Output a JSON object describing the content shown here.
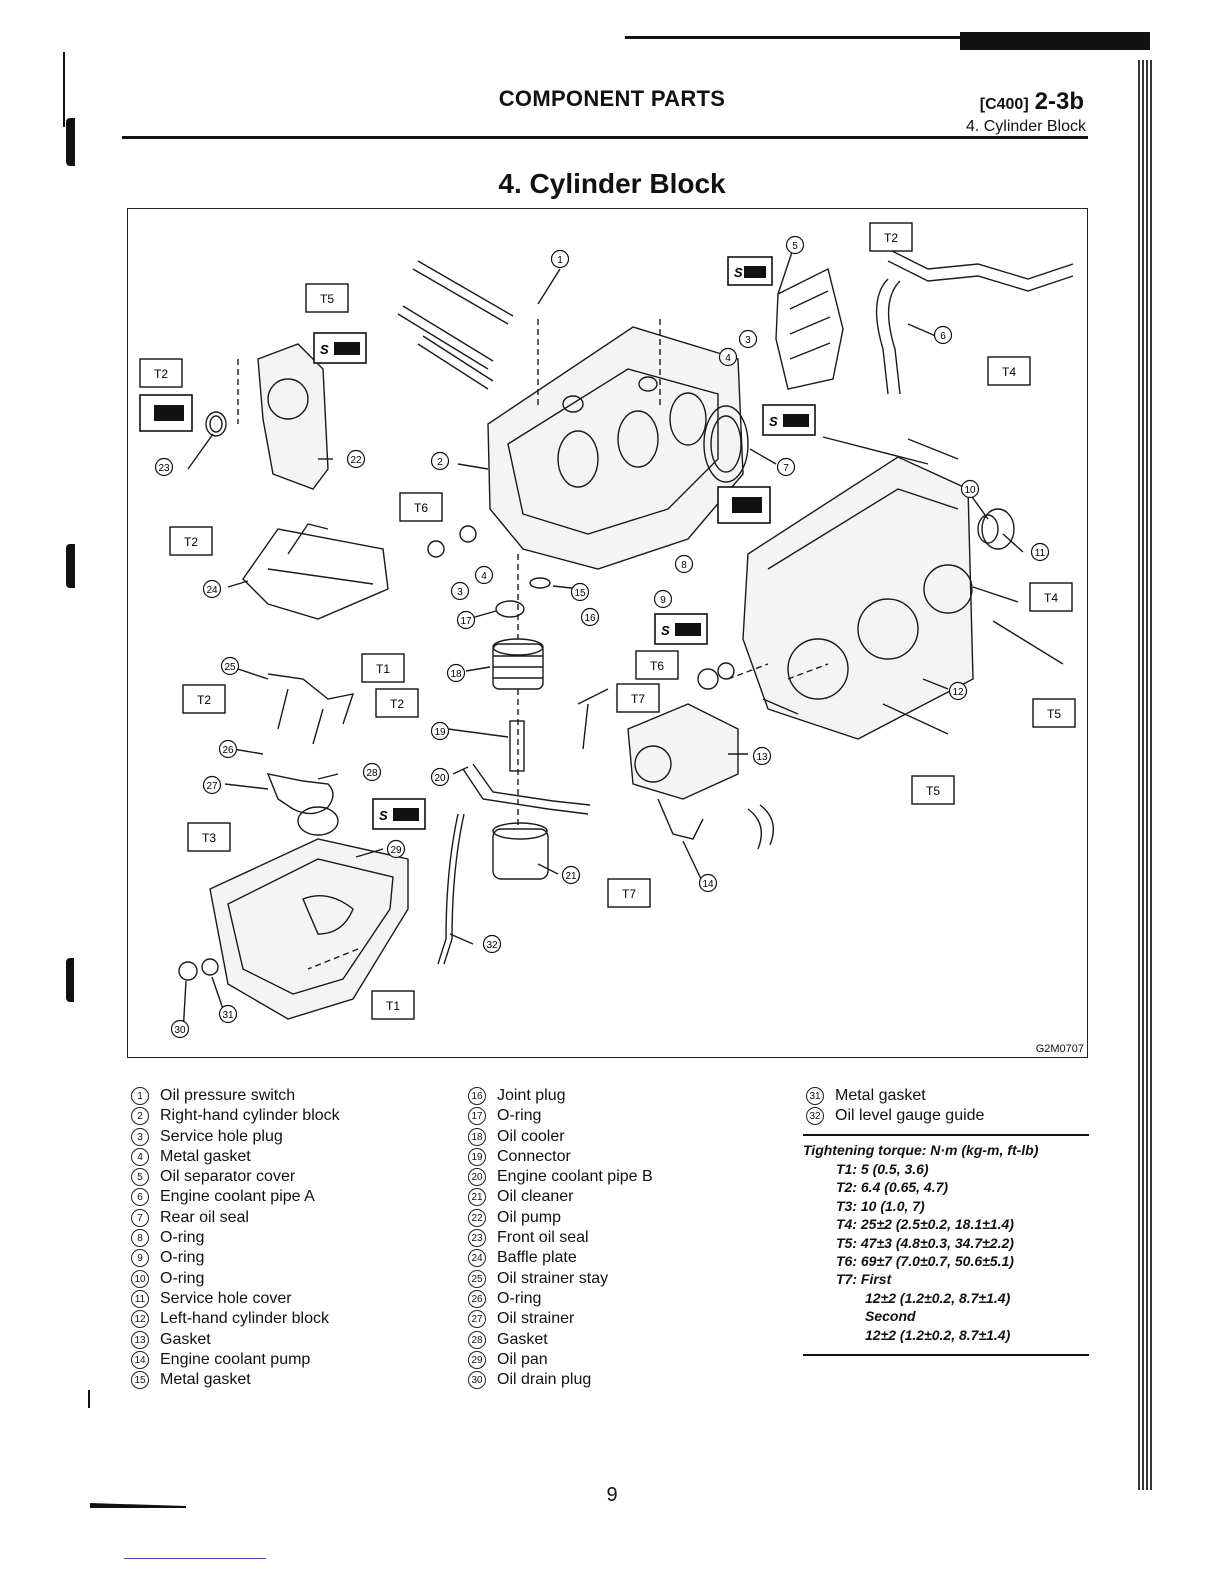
{
  "header": {
    "section_title": "COMPONENT PARTS",
    "code": "[C400]",
    "page_code": "2-3b",
    "subsection": "4. Cylinder Block"
  },
  "page_title": "4. Cylinder Block",
  "figure": {
    "id": "G2M0707",
    "torque_labels": [
      "T1",
      "T2",
      "T3",
      "T4",
      "T5",
      "T6",
      "T7"
    ],
    "sealant_marker": "S"
  },
  "parts": [
    {
      "num": "1",
      "name": "Oil pressure switch"
    },
    {
      "num": "2",
      "name": "Right-hand cylinder block"
    },
    {
      "num": "3",
      "name": "Service hole plug"
    },
    {
      "num": "4",
      "name": "Metal gasket"
    },
    {
      "num": "5",
      "name": "Oil separator cover"
    },
    {
      "num": "6",
      "name": "Engine coolant pipe A"
    },
    {
      "num": "7",
      "name": "Rear oil seal"
    },
    {
      "num": "8",
      "name": "O-ring"
    },
    {
      "num": "9",
      "name": "O-ring"
    },
    {
      "num": "10",
      "name": "O-ring"
    },
    {
      "num": "11",
      "name": "Service hole cover"
    },
    {
      "num": "12",
      "name": "Left-hand cylinder block"
    },
    {
      "num": "13",
      "name": "Gasket"
    },
    {
      "num": "14",
      "name": "Engine coolant pump"
    },
    {
      "num": "15",
      "name": "Metal gasket"
    },
    {
      "num": "16",
      "name": "Joint plug"
    },
    {
      "num": "17",
      "name": "O-ring"
    },
    {
      "num": "18",
      "name": "Oil cooler"
    },
    {
      "num": "19",
      "name": "Connector"
    },
    {
      "num": "20",
      "name": "Engine coolant pipe B"
    },
    {
      "num": "21",
      "name": "Oil cleaner"
    },
    {
      "num": "22",
      "name": "Oil pump"
    },
    {
      "num": "23",
      "name": "Front oil seal"
    },
    {
      "num": "24",
      "name": "Baffle plate"
    },
    {
      "num": "25",
      "name": "Oil strainer stay"
    },
    {
      "num": "26",
      "name": "O-ring"
    },
    {
      "num": "27",
      "name": "Oil strainer"
    },
    {
      "num": "28",
      "name": "Gasket"
    },
    {
      "num": "29",
      "name": "Oil pan"
    },
    {
      "num": "30",
      "name": "Oil drain plug"
    },
    {
      "num": "31",
      "name": "Metal gasket"
    },
    {
      "num": "32",
      "name": "Oil level gauge guide"
    }
  ],
  "torque": {
    "heading": "Tightening torque: N·m (kg-m, ft-lb)",
    "rows": [
      {
        "text": "T1: 5 (0.5, 3.6)",
        "sub": false
      },
      {
        "text": "T2: 6.4 (0.65, 4.7)",
        "sub": false
      },
      {
        "text": "T3: 10 (1.0, 7)",
        "sub": false
      },
      {
        "text": "T4: 25±2 (2.5±0.2, 18.1±1.4)",
        "sub": false
      },
      {
        "text": "T5: 47±3 (4.8±0.3, 34.7±2.2)",
        "sub": false
      },
      {
        "text": "T6: 69±7 (7.0±0.7, 50.6±5.1)",
        "sub": false
      },
      {
        "text": "T7: First",
        "sub": false
      },
      {
        "text": "12±2 (1.2±0.2, 8.7±1.4)",
        "sub": true
      },
      {
        "text": "Second",
        "sub": true
      },
      {
        "text": "12±2 (1.2±0.2, 8.7±1.4)",
        "sub": true
      }
    ]
  },
  "page_number": "9"
}
